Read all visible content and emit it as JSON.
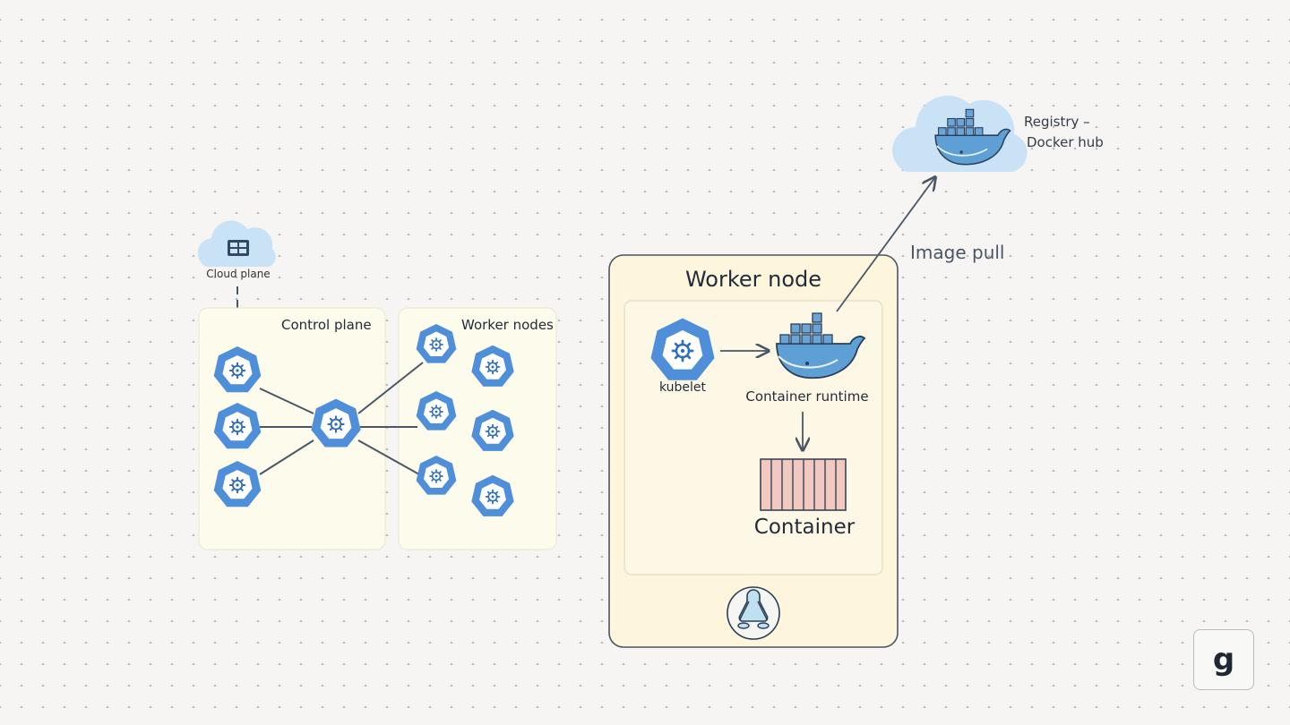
{
  "labels": {
    "cloud_plane": "Cloud plane",
    "control_plane": "Control plane",
    "worker_nodes": "Worker nodes",
    "worker_node": "Worker node",
    "kubelet": "kubelet",
    "container_runtime": "Container runtime",
    "container": "Container",
    "image_pull": "Image pull",
    "registry_line1": "Registry –",
    "registry_line2": "Docker hub"
  },
  "brand": {
    "logo_letter": "g"
  },
  "icons": {
    "kubernetes_node": "kubernetes-helm-icon",
    "docker": "docker-whale-icon",
    "linux": "linux-tux-icon",
    "cloud": "cloud-icon",
    "cloud_plane_glyph": "grid-icon"
  },
  "colors": {
    "k8s_blue": "#4f8fd9",
    "cloud_blue": "#c9e2f5",
    "panel_fill": "#fdfbeb",
    "worker_fill": "#fdf6dd",
    "container_fill": "#f1c9c0",
    "docker_blue": "#5e9fd6",
    "line": "#4a5566"
  }
}
